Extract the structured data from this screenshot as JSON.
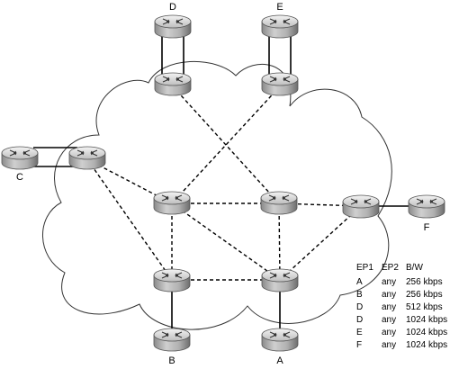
{
  "endpoints": {
    "A": "A",
    "B": "B",
    "C": "C",
    "D": "D",
    "E": "E",
    "F": "F"
  },
  "bandwidth_table": {
    "headers": [
      "EP1",
      "EP2",
      "B/W"
    ],
    "rows": [
      [
        "A",
        "any",
        "256 kbps"
      ],
      [
        "B",
        "any",
        "256 kbps"
      ],
      [
        "D",
        "any",
        "512 kbps"
      ],
      [
        "D",
        "any",
        "1024 kbps"
      ],
      [
        "E",
        "any",
        "1024 kbps"
      ],
      [
        "F",
        "any",
        "1024 kbps"
      ]
    ]
  }
}
